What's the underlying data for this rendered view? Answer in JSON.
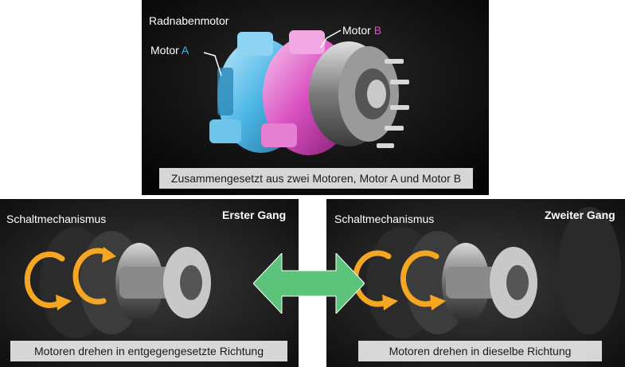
{
  "top": {
    "title": "Radnabenmotor",
    "motor_a_prefix": "Motor",
    "motor_a_letter": "A",
    "motor_b_prefix": "Motor",
    "motor_b_letter": "B",
    "caption": "Zusammengesetzt aus zwei Motoren, Motor A und Motor B"
  },
  "left": {
    "title": "Schaltmechanismus",
    "gear": "Erster Gang",
    "caption": "Motoren drehen in entgegengesetzte Richtung"
  },
  "right": {
    "title": "Schaltmechanismus",
    "gear": "Zweiter Gang",
    "caption": "Motoren drehen in dieselbe Richtung"
  },
  "colors": {
    "motor_a": "#3fb6e8",
    "motor_b": "#e050c8",
    "arrow": "#5cc47a",
    "rotation_arrow": "#f5a623"
  },
  "icons": [
    "double-arrow-icon",
    "rotation-arrow-icon"
  ]
}
